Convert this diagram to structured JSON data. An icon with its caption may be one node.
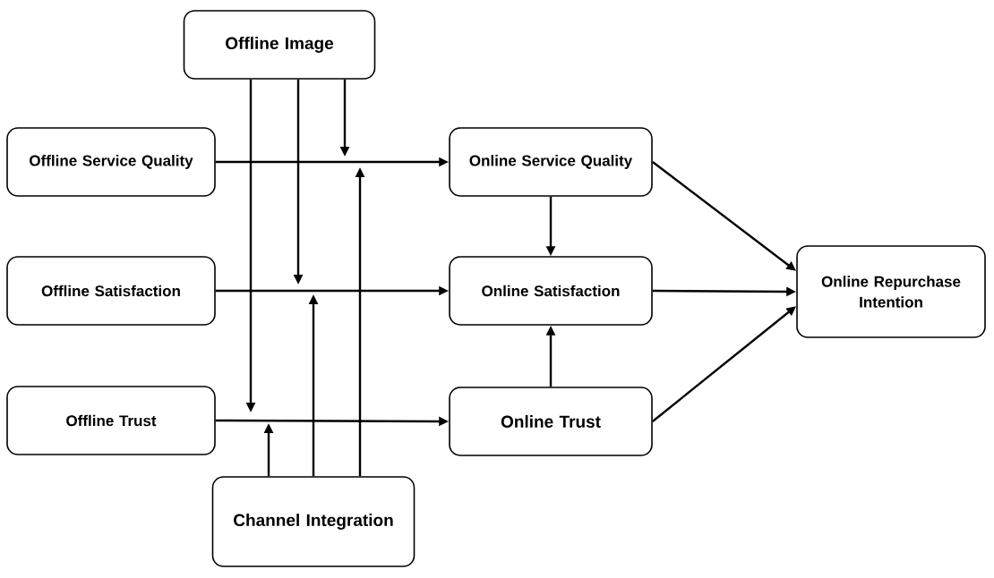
{
  "diagram": {
    "nodes": [
      {
        "text": [
          "Offline Image"
        ]
      },
      {
        "text": [
          "Offline Service Quality"
        ]
      },
      {
        "text": [
          "Offline Satisfaction"
        ]
      },
      {
        "text": [
          "Offline Trust"
        ]
      },
      {
        "text": [
          "Online Service Quality"
        ]
      },
      {
        "text": [
          "Online Satisfaction"
        ]
      },
      {
        "text": [
          "Online Trust"
        ]
      },
      {
        "text": [
          "Online Repurchase Intention"
        ]
      },
      {
        "text": [
          "Channel Integration"
        ]
      }
    ],
    "edges": [
      {
        "from": 1,
        "to": 4,
        "arrow": "to"
      },
      {
        "from": 2,
        "to": 5,
        "arrow": "to"
      },
      {
        "from": 3,
        "to": 6,
        "arrow": "to"
      },
      {
        "from": 4,
        "to": 5,
        "arrow": "to"
      },
      {
        "from": 6,
        "to": 5,
        "arrow": "to"
      },
      {
        "from": 4,
        "to": 7,
        "arrow": "to"
      },
      {
        "from": 5,
        "to": 7,
        "arrow": "to"
      },
      {
        "from": 6,
        "to": 7,
        "arrow": "to"
      },
      {
        "from": 0,
        "to": null,
        "arrow": "to"
      },
      {
        "from": 0,
        "to": null,
        "arrow": "to"
      },
      {
        "from": 0,
        "to": null,
        "arrow": "to"
      },
      {
        "from": 8,
        "to": null,
        "arrow": "to"
      },
      {
        "from": 8,
        "to": null,
        "arrow": "to"
      },
      {
        "from": 8,
        "to": null,
        "arrow": "to"
      }
    ]
  }
}
